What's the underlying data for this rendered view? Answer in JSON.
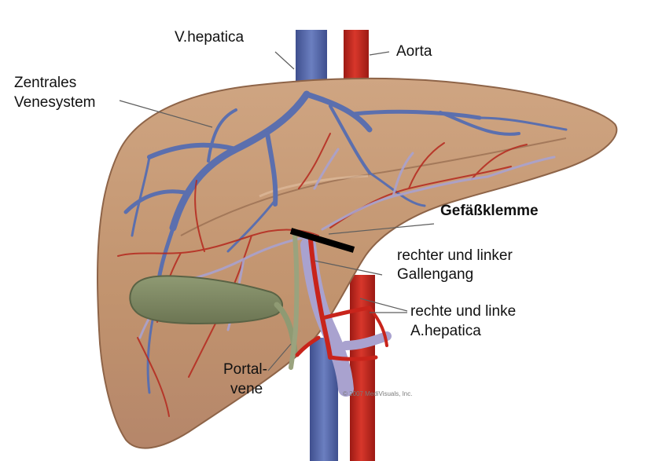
{
  "labels": {
    "v_hepatica": "V.hepatica",
    "aorta": "Aorta",
    "zentrales_line1": "Zentrales",
    "zentrales_line2": "Venesystem",
    "gefaessklemme": "Gefäßklemme",
    "gallengang_line1": "rechter und linker",
    "gallengang_line2": "Gallengang",
    "a_hepatica_line1": "rechte und linke",
    "a_hepatica_line2": "A.hepatica",
    "portal_line1": "Portal-",
    "portal_line2": "vene"
  },
  "copyright": "© 2007 MediVisuals, Inc.",
  "colors": {
    "liver": "#c69a76",
    "liver_dark": "#a97c5c",
    "vein_blue": "#5b6fae",
    "artery_red": "#c8241b",
    "portal_lilac": "#a9a2cf",
    "gallbladder": "#7f8a63",
    "clamp": "#000000"
  }
}
